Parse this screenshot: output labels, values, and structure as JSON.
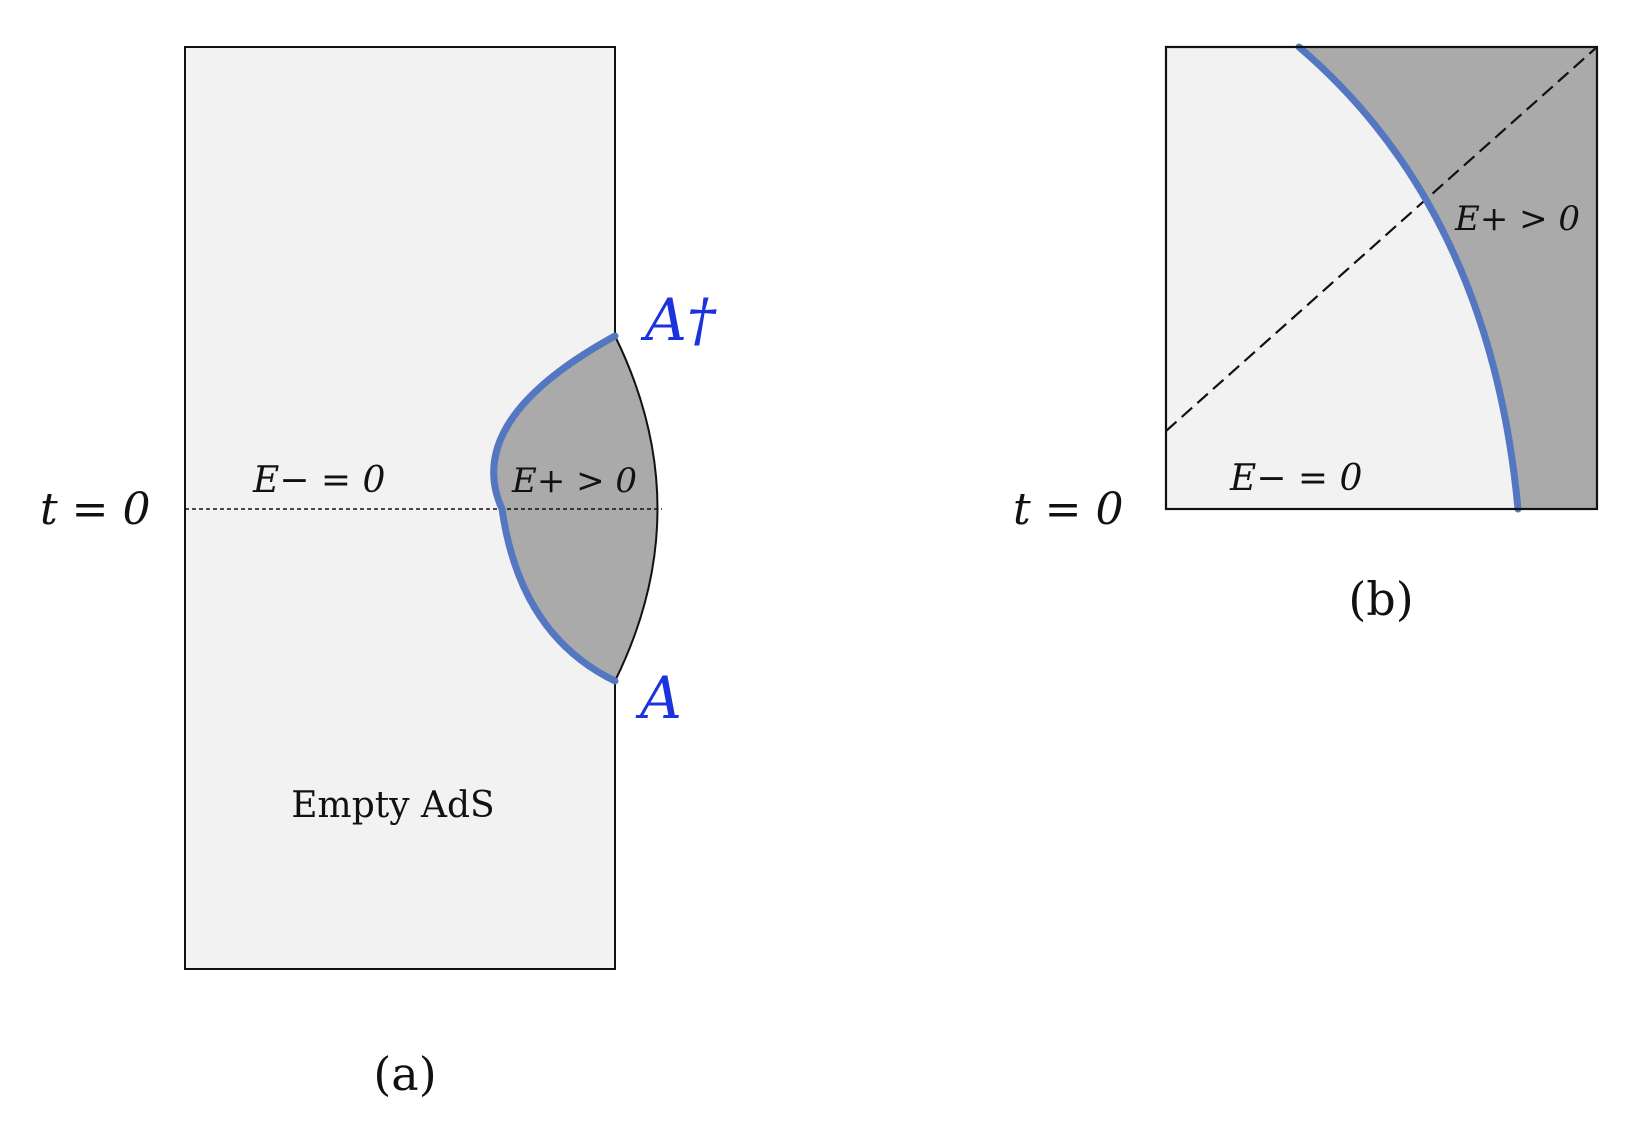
{
  "panel_a": {
    "t_label": "t = 0",
    "e_minus_label": "E− = 0",
    "e_plus_label": "E+ > 0",
    "operator_top": "A†",
    "operator_bottom": "A",
    "region_label": "Empty AdS",
    "caption": "(a)"
  },
  "panel_b": {
    "t_label": "t = 0",
    "e_minus_label": "E− = 0",
    "e_plus_label": "E+ > 0",
    "caption": "(b)"
  },
  "colors": {
    "background_region": "#f2f2f2",
    "excited_region": "#aaaaaa",
    "operator_curve": "#5577c2",
    "operator_text": "#1a33dd",
    "outline": "#111111"
  }
}
